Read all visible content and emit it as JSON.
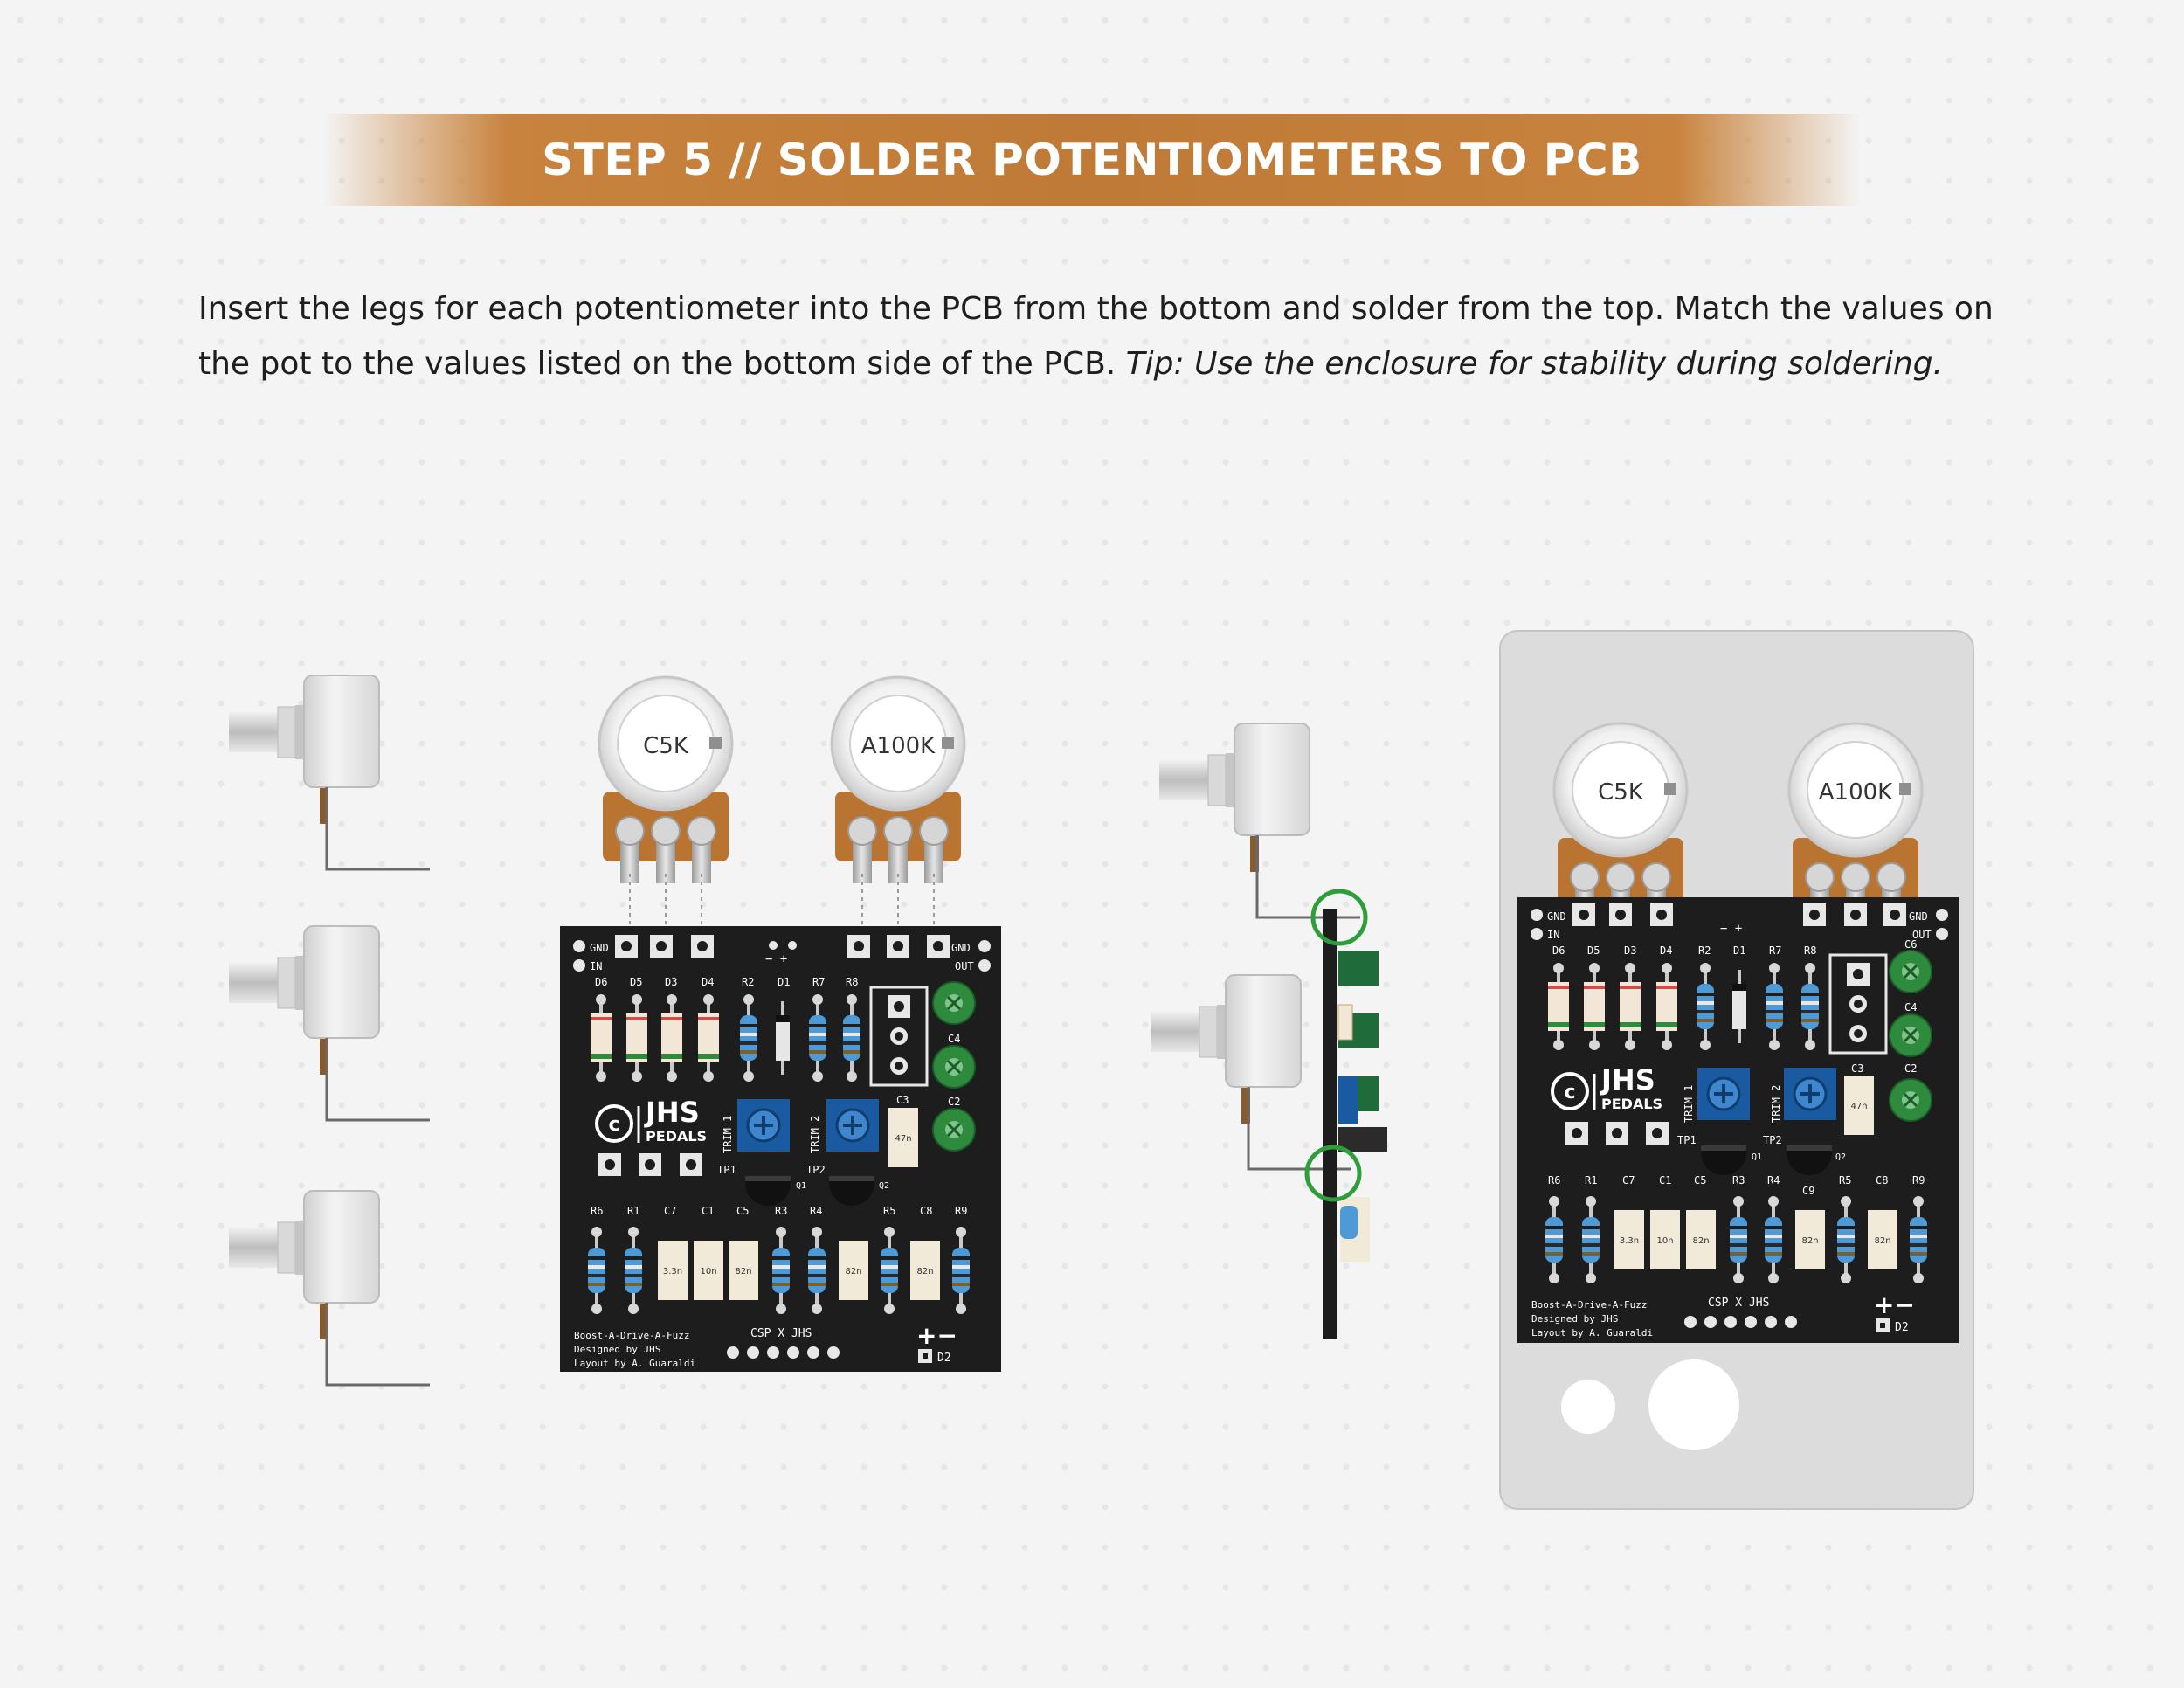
{
  "header": {
    "title": "STEP 5 // SOLDER POTENTIOMETERS TO PCB"
  },
  "intro": {
    "text": "Insert the legs for each potentiometer into the PCB from the bottom and solder from the top. Match the values on the pot to the values listed on the bottom side of the PCB.",
    "tip": "Tip: Use the enclosure for stability during soldering."
  },
  "pots": {
    "left": "C5K",
    "right": "A100K"
  },
  "pcb": {
    "gnd": "GND",
    "in": "IN",
    "out": "OUT",
    "top_labels": [
      "D6",
      "D5",
      "D3",
      "D4",
      "R2",
      "D1",
      "R7",
      "R8"
    ],
    "right_caps": [
      "C6",
      "C4",
      "C2"
    ],
    "c3": "C3",
    "trim1": "TRIM 1",
    "trim2": "TRIM 2",
    "tp1": "TP1",
    "tp2": "TP2",
    "q1": "Q1",
    "q2": "Q2",
    "c9": "C9",
    "bottom_labels": [
      "R6",
      "R1",
      "C7",
      "C1",
      "C5",
      "R3",
      "R4",
      "R5",
      "C8",
      "R9"
    ],
    "cap_values": [
      "3.3n",
      "10n",
      "82n",
      "82n",
      "82n",
      "47n"
    ],
    "brand": "JHS",
    "brand_sub": "PEDALS",
    "credits": [
      "Boost-A-Drive-A-Fuzz",
      "Designed by JHS",
      "Layout by A. Guaraldi"
    ],
    "collab": "CSP X JHS",
    "d2": "D2",
    "pm": "+−",
    "minus_plus": "−  +"
  },
  "colors": {
    "banner": "#c8833e",
    "pcb": "#1d1d1d",
    "enclosure": "#dcdcdc",
    "highlight": "#2e9e3a"
  }
}
